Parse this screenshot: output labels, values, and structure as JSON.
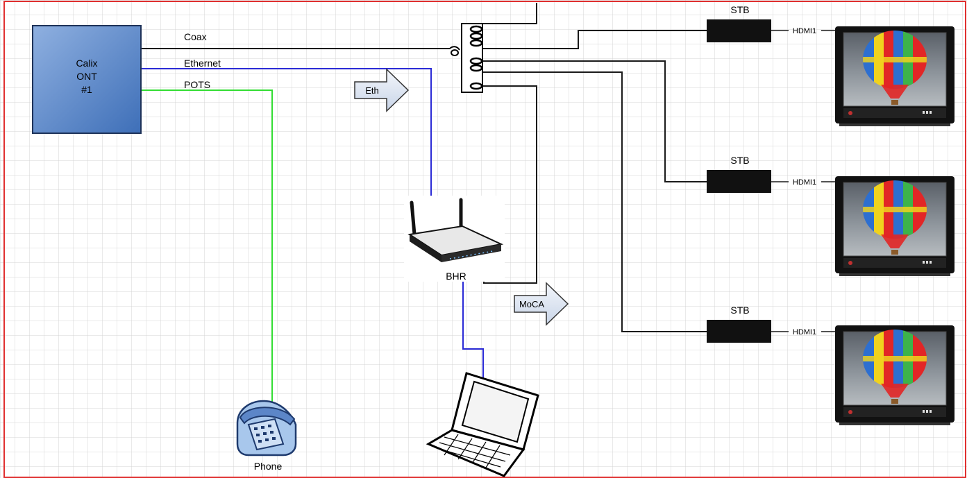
{
  "ont": {
    "line1": "Calix",
    "line2": "ONT",
    "line3": "#1"
  },
  "links": {
    "coax": "Coax",
    "ethernet": "Ethernet",
    "pots": "POTS"
  },
  "arrows": {
    "eth": "Eth",
    "moca": "MoCA"
  },
  "devices": {
    "router": "BHR",
    "phone": "Phone"
  },
  "stbs": [
    {
      "label": "STB",
      "hdmi": "HDMI1"
    },
    {
      "label": "STB",
      "hdmi": "HDMI1"
    },
    {
      "label": "STB",
      "hdmi": "HDMI1"
    }
  ],
  "colors": {
    "coax": "#1a1a1a",
    "ethernet": "#2b2bd6",
    "pots": "#33dd33",
    "ont_fill": "#5b87c8",
    "border": "#e03030",
    "grid": "#d4d4d4"
  }
}
